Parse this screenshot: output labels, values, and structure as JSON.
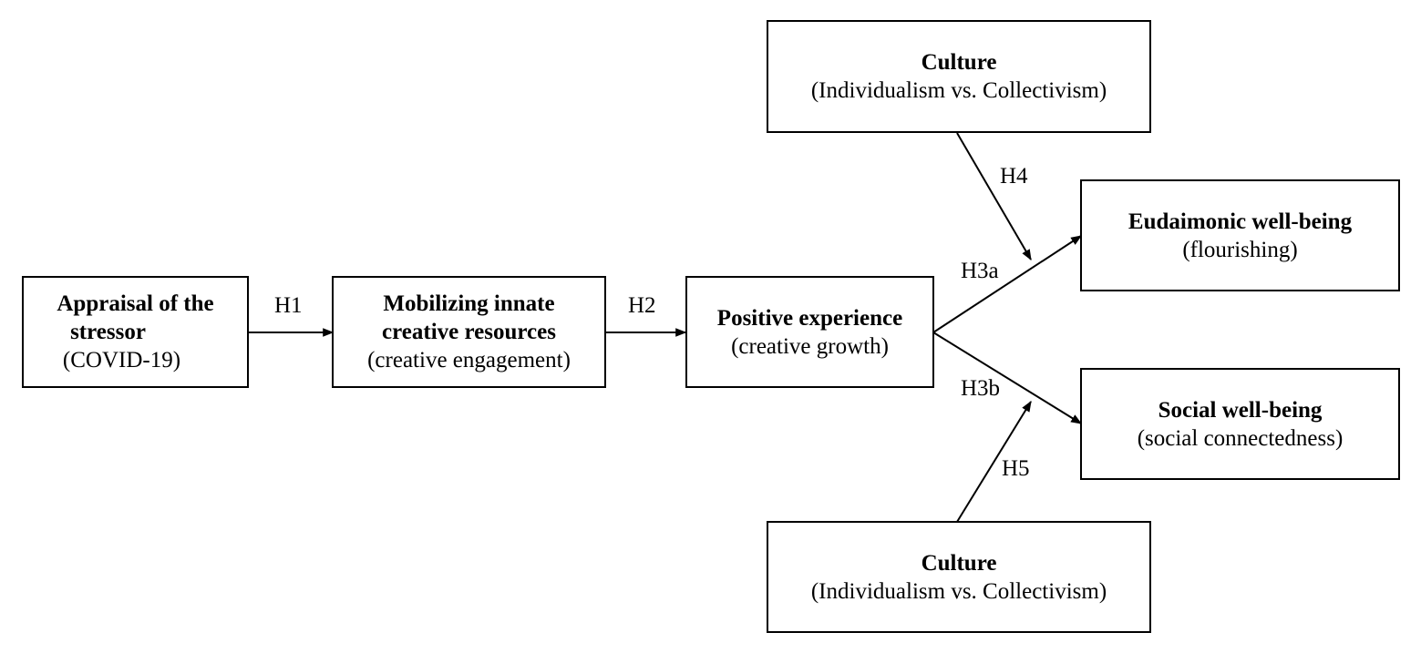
{
  "nodes": {
    "appraisal": {
      "title_line1": "Appraisal of the",
      "title_line2": "stressor",
      "sub": "(COVID-19)"
    },
    "mobilizing": {
      "title_line1": "Mobilizing innate",
      "title_line2": "creative resources",
      "sub": "(creative engagement)"
    },
    "positive": {
      "title": "Positive experience",
      "sub": "(creative growth)"
    },
    "culture_top": {
      "title": "Culture",
      "sub": "(Individualism vs. Collectivism)"
    },
    "culture_bottom": {
      "title": "Culture",
      "sub": "(Individualism vs. Collectivism)"
    },
    "eudaimonic": {
      "title": "Eudaimonic well-being",
      "sub": "(flourishing)"
    },
    "social": {
      "title": "Social well-being",
      "sub": "(social connectedness)"
    }
  },
  "edges": {
    "h1": "H1",
    "h2": "H2",
    "h3a": "H3a",
    "h3b": "H3b",
    "h4": "H4",
    "h5": "H5"
  }
}
